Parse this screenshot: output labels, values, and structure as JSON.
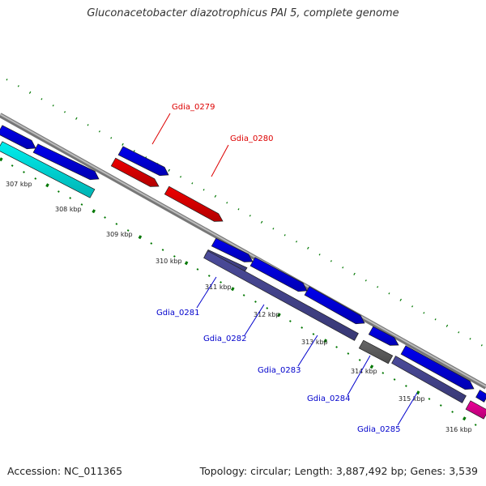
{
  "title": "Gluconacetobacter diazotrophicus PAI 5, complete genome",
  "colors": {
    "forward_cds": "#0000ee",
    "reverse_cds": "#00eeee",
    "red_feature": "#ee0000",
    "purple_feature": "#4b4b9b",
    "gray_feature": "#666666",
    "pink_feature": "#ee0099",
    "backbone": "#999999",
    "ticks": "#007700",
    "label_red": "#dd0000",
    "label_blue": "#0000cc"
  },
  "scale_labels": [
    "307 kbp",
    "308 kbp",
    "309 kbp",
    "310 kbp",
    "311 kbp",
    "312 kbp",
    "313 kbp",
    "314 kbp",
    "315 kbp",
    "316 kbp"
  ],
  "gene_labels": [
    {
      "name": "Gdia_0279",
      "color": "red"
    },
    {
      "name": "Gdia_0280",
      "color": "red"
    },
    {
      "name": "Gdia_0281",
      "color": "blue"
    },
    {
      "name": "Gdia_0282",
      "color": "blue"
    },
    {
      "name": "Gdia_0283",
      "color": "blue"
    },
    {
      "name": "Gdia_0284",
      "color": "blue"
    },
    {
      "name": "Gdia_0285",
      "color": "blue"
    }
  ],
  "footer": {
    "accession": "Accession: NC_011365",
    "summary": "Topology: circular; Length: 3,887,492 bp; Genes: 3,539"
  }
}
